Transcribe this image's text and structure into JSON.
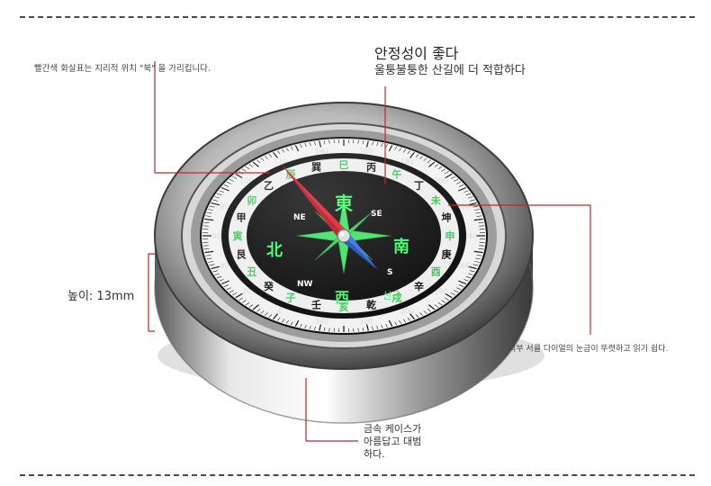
{
  "annotations": {
    "north_arrow_note": "빨간색 화살표는 지리적 위치 \"북\" 을 가리킵니다.",
    "headline_title": "안정성이 좋다",
    "headline_subtitle": "울퉁불퉁한 산길에 더 적합하다",
    "height_note": "높이: 13mm",
    "dial_note": "외부 서클 다이얼의 눈금이 뚜렷하고 읽기 쉽다.",
    "case_note_lines": [
      "금속 케이스가",
      "아름답고 대범",
      "하다."
    ]
  },
  "compass": {
    "degree_labels": [
      "0",
      "20",
      "40",
      "60",
      "80",
      "100",
      "120",
      "140",
      "160",
      "180",
      "200",
      "220",
      "240",
      "260",
      "280",
      "300",
      "320",
      "340"
    ],
    "inner_ring_chars": [
      "子",
      "癸",
      "丑",
      "艮",
      "寅",
      "甲",
      "卯",
      "乙",
      "辰",
      "巽",
      "巳",
      "丙",
      "午",
      "丁",
      "未",
      "坤",
      "申",
      "庚",
      "酉",
      "辛",
      "戌",
      "乾",
      "亥",
      "壬"
    ],
    "cardinal_chars": {
      "north": "北",
      "east": "東",
      "south": "南",
      "west": "西"
    },
    "intercardinal_labels": [
      "NE",
      "SE",
      "S",
      "NW"
    ],
    "hangul_marks": [
      "서",
      "신곤"
    ],
    "colors": {
      "needle_north": "#e3162a",
      "needle_south": "#2b6ef2",
      "luminous": "#3cff6a",
      "dial_face": "#0c0c0c",
      "case_metal": "#c9c9c9",
      "annotation_line": "#c2262e"
    }
  }
}
